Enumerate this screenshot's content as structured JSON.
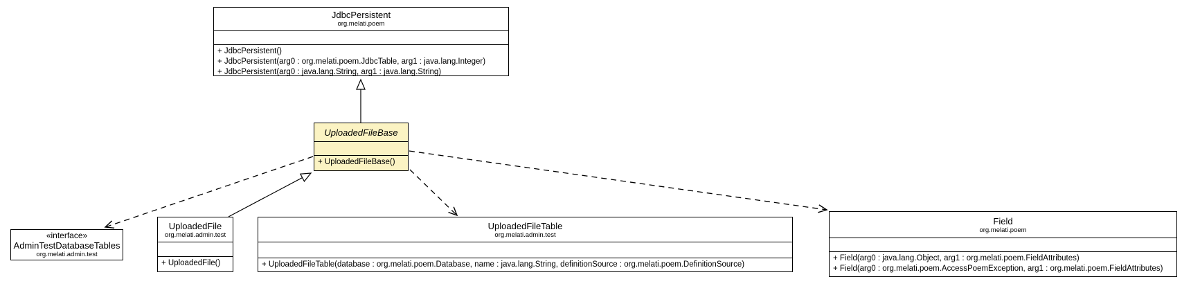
{
  "diagram": {
    "kind": "uml-class-diagram",
    "colors": {
      "highlight_fill": "#FBF3C3",
      "box_fill": "#FFFFFF",
      "line_color": "#000000"
    },
    "classes": {
      "jdbc_persistent": {
        "name": "JdbcPersistent",
        "package": "org.melati.poem",
        "methods": [
          "+ JdbcPersistent()",
          "+ JdbcPersistent(arg0 : org.melati.poem.JdbcTable, arg1 : java.lang.Integer)",
          "+ JdbcPersistent(arg0 : java.lang.String, arg1 : java.lang.String)"
        ]
      },
      "uploaded_file_base": {
        "name": "UploadedFileBase",
        "abstract": true,
        "methods": [
          "+ UploadedFileBase()"
        ]
      },
      "admin_test_database_tables": {
        "stereotype": "«interface»",
        "name": "AdminTestDatabaseTables",
        "package": "org.melati.admin.test"
      },
      "uploaded_file": {
        "name": "UploadedFile",
        "package": "org.melati.admin.test",
        "methods": [
          "+ UploadedFile()"
        ]
      },
      "uploaded_file_table": {
        "name": "UploadedFileTable",
        "package": "org.melati.admin.test",
        "methods": [
          "+ UploadedFileTable(database : org.melati.poem.Database, name : java.lang.String, definitionSource : org.melati.poem.DefinitionSource)"
        ]
      },
      "field": {
        "name": "Field",
        "package": "org.melati.poem",
        "methods": [
          "+ Field(arg0 : java.lang.Object, arg1 : org.melati.poem.FieldAttributes)",
          "+ Field(arg0 : org.melati.poem.AccessPoemException, arg1 : org.melati.poem.FieldAttributes)"
        ]
      }
    },
    "edges": [
      {
        "type": "generalization",
        "from": "UploadedFileBase",
        "to": "JdbcPersistent"
      },
      {
        "type": "generalization",
        "from": "UploadedFile",
        "to": "UploadedFileBase"
      },
      {
        "type": "dependency",
        "from": "UploadedFileBase",
        "to": "AdminTestDatabaseTables"
      },
      {
        "type": "dependency",
        "from": "UploadedFileBase",
        "to": "UploadedFileTable"
      },
      {
        "type": "dependency",
        "from": "UploadedFileBase",
        "to": "Field"
      }
    ]
  }
}
